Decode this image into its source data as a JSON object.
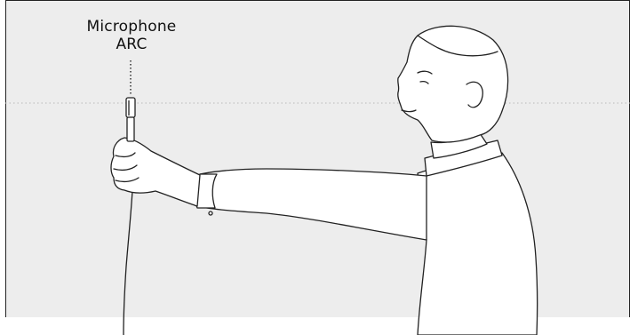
{
  "label": {
    "line1": "Microphone",
    "line2": "ARC"
  },
  "colors": {
    "background": "#ededed",
    "outline": "#222222",
    "fill": "#ffffff",
    "guide_line": "#b8b8b8"
  },
  "icons": [
    "microphone-icon",
    "person-figure"
  ]
}
